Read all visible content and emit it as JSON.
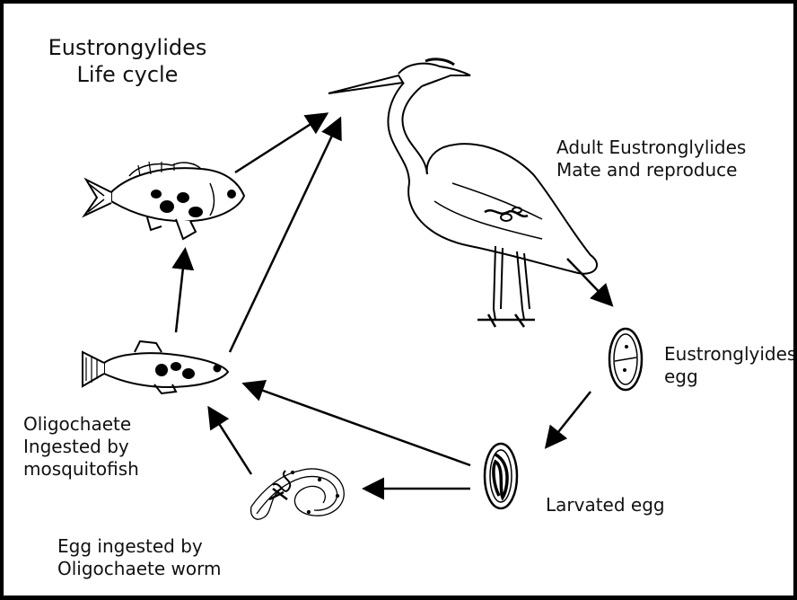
{
  "title": {
    "line1": "Eustrongylides",
    "line2": "Life cycle"
  },
  "labels": {
    "adult": {
      "line1": "Adult Eustronglylides",
      "line2": "Mate and reproduce"
    },
    "egg": {
      "line1": "Eustronglyides",
      "line2": "egg"
    },
    "larvated": "Larvated egg",
    "worm": {
      "line1": "Egg ingested by",
      "line2": "Oligochaete worm"
    },
    "mosquitofish": {
      "line1": "Oligochaete",
      "line2": "Ingested by",
      "line3": "mosquitofish"
    }
  },
  "icons": [
    "heron-icon",
    "fish-icon",
    "mosquitofish-icon",
    "egg-icon",
    "larvated-egg-icon",
    "oligochaete-worm-icon"
  ],
  "colors": {
    "line": "#000000",
    "background": "#ffffff"
  }
}
